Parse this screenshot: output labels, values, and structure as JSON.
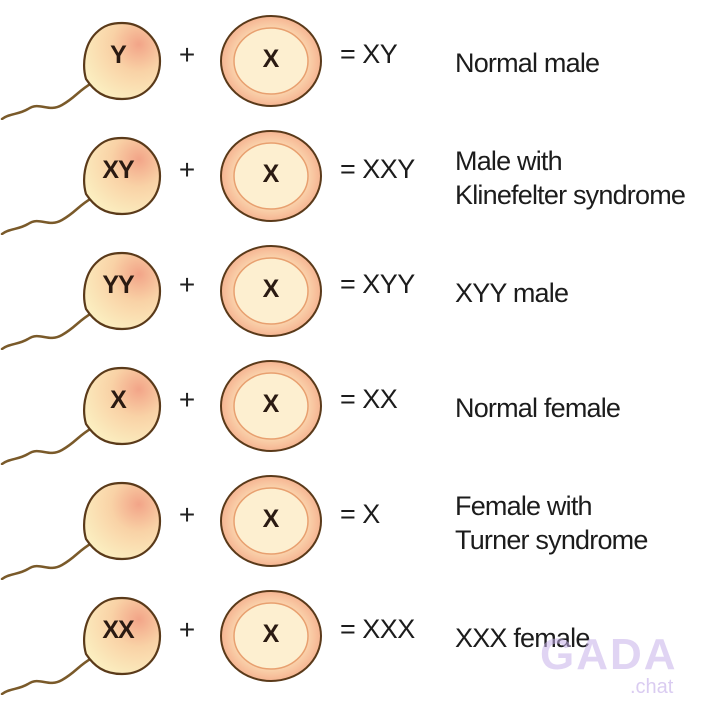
{
  "rows": [
    {
      "sperm": "Y",
      "plus": "+",
      "egg": "X",
      "result": "= XY",
      "desc": [
        "Normal male"
      ]
    },
    {
      "sperm": "XY",
      "plus": "+",
      "egg": "X",
      "result": "= XXY",
      "desc": [
        "Male with",
        "Klinefelter syndrome"
      ]
    },
    {
      "sperm": "YY",
      "plus": "+",
      "egg": "X",
      "result": "= XYY",
      "desc": [
        "XYY male"
      ]
    },
    {
      "sperm": "X",
      "plus": "+",
      "egg": "X",
      "result": "= XX",
      "desc": [
        "Normal female"
      ]
    },
    {
      "sperm": "",
      "plus": "+",
      "egg": "X",
      "result": "= X",
      "desc": [
        "Female with",
        "Turner syndrome"
      ]
    },
    {
      "sperm": "XX",
      "plus": "+",
      "egg": "X",
      "result": "= XXX",
      "desc": [
        "XXX female"
      ]
    }
  ],
  "watermark": {
    "main": "GADA",
    "sub": ".chat"
  },
  "colors": {
    "sperm_tint": "#f2a488",
    "egg_tint": "#f4a887",
    "tail": "#7a5a2a"
  }
}
